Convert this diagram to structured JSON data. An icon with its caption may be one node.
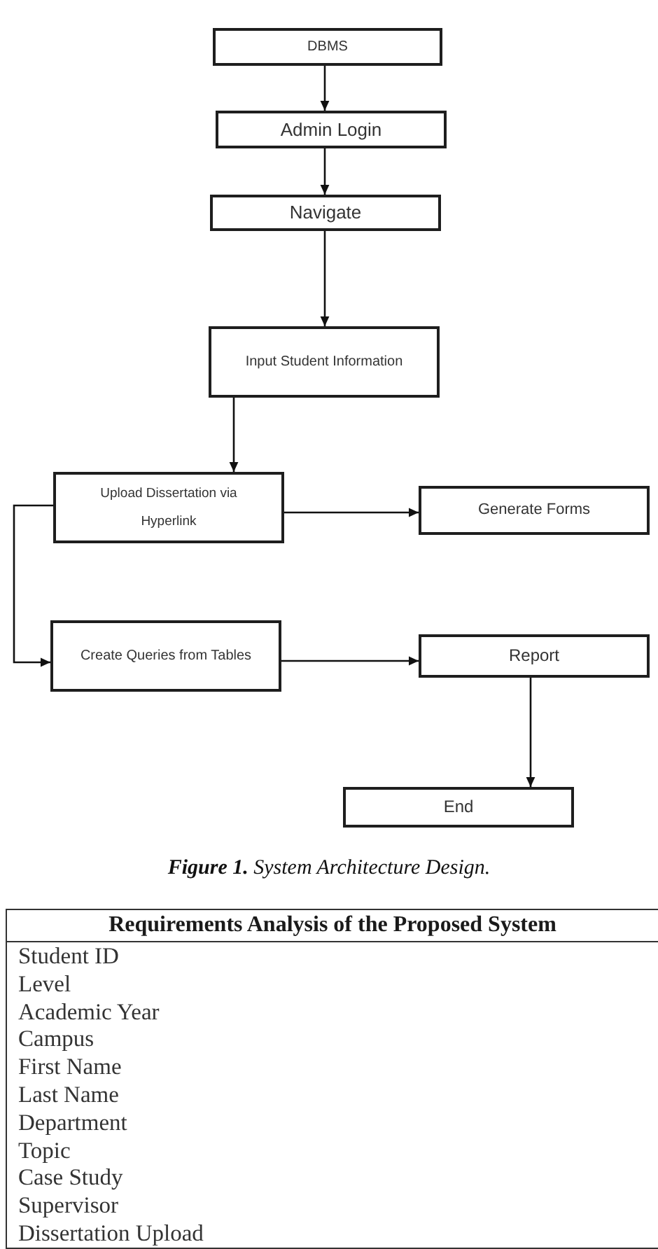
{
  "diagram": {
    "caption": "**Figure 1.** System Architecture Design.",
    "nodes": [
      {
        "text": [
          "DBMS"
        ]
      },
      {
        "text": [
          "Admin Login"
        ]
      },
      {
        "text": [
          "Navigate"
        ]
      },
      {
        "text": [
          "Input Student Information"
        ]
      },
      {
        "text": [
          "Upload Dissertation via Hyperlink"
        ]
      },
      {
        "text": [
          "Generate Forms"
        ]
      },
      {
        "text": [
          "Create Queries from Tables"
        ]
      },
      {
        "text": [
          "Report"
        ]
      },
      {
        "text": [
          "End"
        ]
      }
    ],
    "edges": [
      {
        "from": 0,
        "to": 1,
        "arrow": "to"
      },
      {
        "from": 1,
        "to": 2,
        "arrow": "to"
      },
      {
        "from": 2,
        "to": 3,
        "arrow": "to"
      },
      {
        "from": 3,
        "to": 4,
        "arrow": "to"
      },
      {
        "from": 4,
        "to": 5,
        "arrow": "to"
      },
      {
        "from": 4,
        "to": 6,
        "arrow": "to"
      },
      {
        "from": 6,
        "to": 7,
        "arrow": "to"
      },
      {
        "from": 7,
        "to": 8,
        "arrow": "to"
      }
    ],
    "labels": [
      "Requirements Analysis of the Proposed System",
      "Student ID",
      "Level",
      "Academic Year",
      "Campus",
      "First Name",
      "Last Name",
      "Department",
      "Topic",
      "Case Study",
      "Supervisor",
      "Dissertation Upload"
    ]
  }
}
